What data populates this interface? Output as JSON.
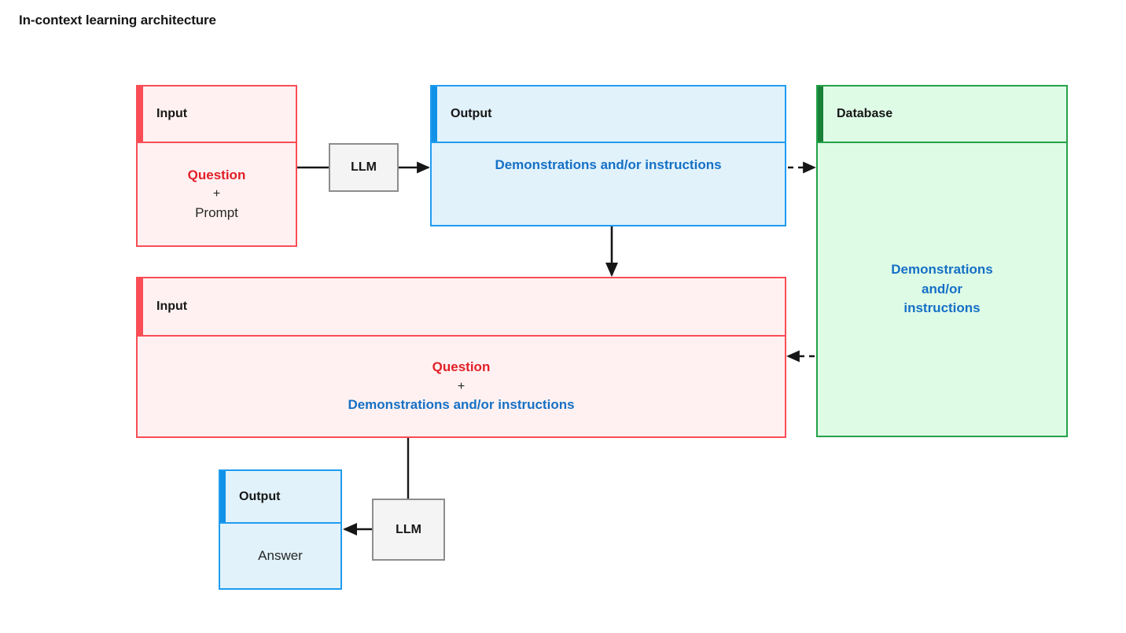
{
  "page": {
    "title": "In-context learning architecture",
    "background": "#ffffff"
  },
  "palette": {
    "red_border": "#fa4d56",
    "red_fill": "#fff1f1",
    "red_accent": "#fa4d56",
    "red_text": "#e01f28",
    "blue_border": "#1f9cf0",
    "blue_fill": "#e1f2fb",
    "blue_accent": "#1192e8",
    "blue_text": "#1570c6",
    "green_border": "#24a148",
    "green_fill": "#defbe6",
    "green_accent": "#198038",
    "gray_fill": "#f4f4f4",
    "gray_border": "#8d8d8d",
    "text_dark": "#161616",
    "connector": "#161616"
  },
  "nodes": {
    "input_top": {
      "header": "Input",
      "body_lines": [
        "Question",
        "+",
        "Prompt"
      ]
    },
    "llm_top": {
      "label": "LLM"
    },
    "output_top": {
      "header": "Output",
      "body_lines": [
        "Demonstrations and/or instructions"
      ]
    },
    "database": {
      "header": "Database",
      "body_lines": [
        "Demonstrations",
        "and/or",
        "instructions"
      ]
    },
    "input_bottom": {
      "header": "Input",
      "body_lines": [
        "Question",
        "+",
        "Demonstrations and/or instructions"
      ]
    },
    "llm_bottom": {
      "label": "LLM"
    },
    "output_bottom": {
      "header": "Output",
      "body_lines": [
        "Answer"
      ]
    }
  },
  "connectors": [
    {
      "id": "input-top-to-llm-top",
      "style": "solid",
      "arrow": false,
      "from": "input_top",
      "to": "llm_top"
    },
    {
      "id": "llm-top-to-output-top",
      "style": "solid",
      "arrow": true,
      "from": "llm_top",
      "to": "output_top"
    },
    {
      "id": "output-top-to-database",
      "style": "dashed",
      "arrow": true,
      "from": "output_top",
      "to": "database"
    },
    {
      "id": "output-top-to-input-bottom",
      "style": "solid",
      "arrow": true,
      "from": "output_top",
      "to": "input_bottom"
    },
    {
      "id": "database-to-input-bottom",
      "style": "dashed",
      "arrow": true,
      "from": "database",
      "to": "input_bottom"
    },
    {
      "id": "input-bottom-to-llm-bottom",
      "style": "solid",
      "arrow": false,
      "from": "input_bottom",
      "to": "llm_bottom"
    },
    {
      "id": "llm-bottom-to-output-bottom",
      "style": "solid",
      "arrow": true,
      "from": "llm_bottom",
      "to": "output_bottom"
    }
  ]
}
